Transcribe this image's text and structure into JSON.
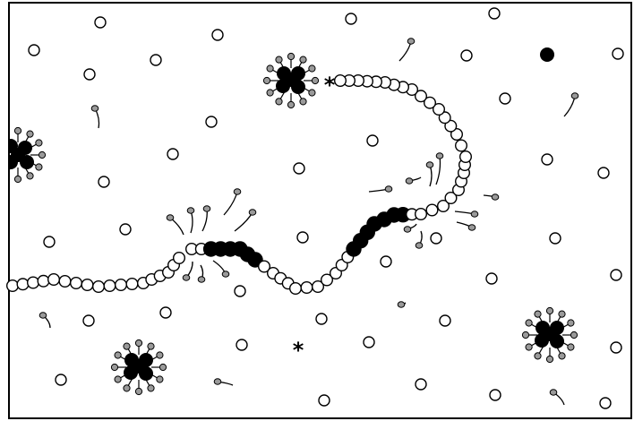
{
  "figure": {
    "markers": [
      "*",
      "*"
    ],
    "colors": {
      "outline": "#000000",
      "free_bead": "#ffffff",
      "bound_bead": "#000000",
      "tail_head": "#9a9a9a",
      "background": "#ffffff"
    },
    "legend": {
      "open-circle-icon": "free monomer",
      "filled-circle-icon": "bound monomer",
      "lollipop-icon": "surfactant molecule",
      "asterisk-icon": "marker"
    }
  }
}
